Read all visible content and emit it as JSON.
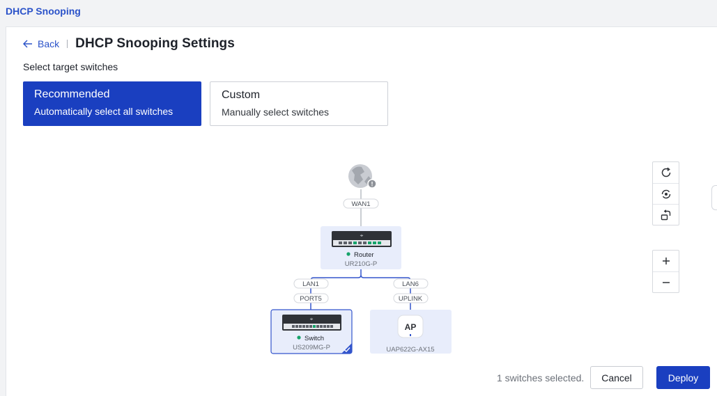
{
  "app": {
    "title": "DHCP Snooping"
  },
  "header": {
    "back_label": "Back",
    "title": "DHCP Snooping Settings"
  },
  "section": {
    "label": "Select target switches"
  },
  "options": [
    {
      "title": "Recommended",
      "desc": "Automatically select all switches",
      "selected": true
    },
    {
      "title": "Custom",
      "desc": "Manually select switches",
      "selected": false
    }
  ],
  "topology": {
    "internet": {
      "port_label": "WAN1"
    },
    "router": {
      "role": "Router",
      "model": "UR210G-P",
      "status": "online"
    },
    "links": [
      {
        "from_port": "LAN1",
        "to_port": "PORT5"
      },
      {
        "from_port": "LAN6",
        "to_port": "UPLINK"
      }
    ],
    "switch": {
      "role": "Switch",
      "model": "US209MG-P",
      "status": "online",
      "selected": true
    },
    "ap": {
      "badge": "AP",
      "model": "UAP622G-AX15"
    }
  },
  "colors": {
    "accent": "#1a3fc0",
    "link": "#3355cc",
    "online": "#16a36a",
    "node_bg": "#e8edfb"
  },
  "footer": {
    "status": "1 switches selected.",
    "cancel_label": "Cancel",
    "deploy_label": "Deploy"
  }
}
